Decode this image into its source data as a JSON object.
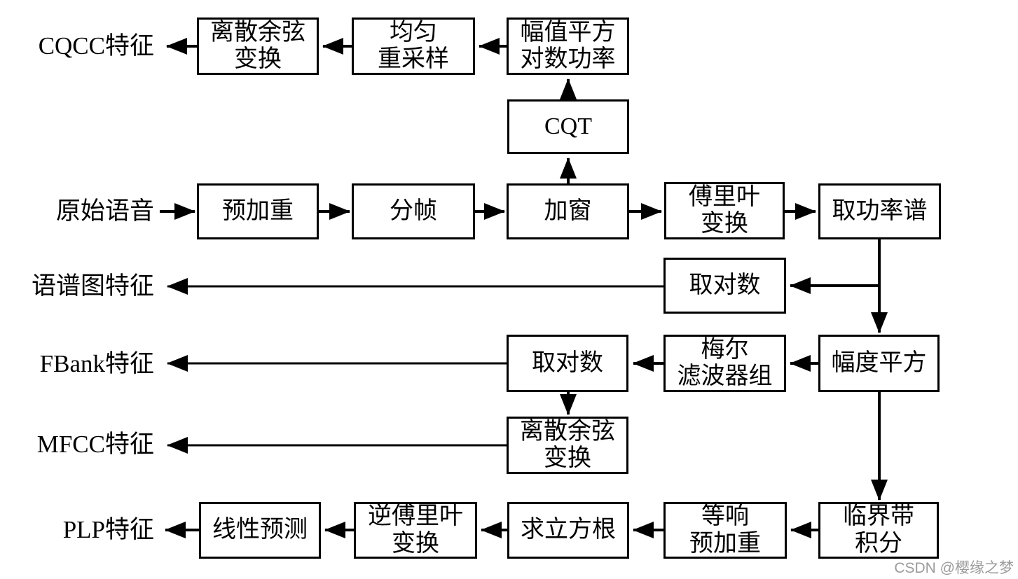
{
  "diagram_type": "flowchart",
  "watermark": "CSDN @樱缘之梦",
  "labels": {
    "cqcc": "CQCC特征",
    "raw": "原始语音",
    "spectrogram": "语谱图特征",
    "fbank": "FBank特征",
    "mfcc": "MFCC特征",
    "plp": "PLP特征"
  },
  "nodes": {
    "dct_cqcc": "离散余弦\n变换",
    "resample": "均匀\n重采样",
    "logpow": "幅值平方\n对数功率",
    "cqt": "CQT",
    "preemph": "预加重",
    "framing": "分帧",
    "window": "加窗",
    "fft": "傅里叶\n变换",
    "powspec": "取功率谱",
    "log_spec": "取对数",
    "mel": "梅尔\n滤波器组",
    "magsq": "幅度平方",
    "log_fbank": "取对数",
    "dct_mfcc": "离散余弦\n变换",
    "lpc": "线性预测",
    "ifft": "逆傅里叶\n变换",
    "cbrt": "求立方根",
    "equal_loud": "等响\n预加重",
    "critband": "临界带\n积分"
  },
  "edges": [
    {
      "from": "label_raw",
      "to": "preemph"
    },
    {
      "from": "preemph",
      "to": "framing"
    },
    {
      "from": "framing",
      "to": "window"
    },
    {
      "from": "window",
      "to": "fft"
    },
    {
      "from": "fft",
      "to": "powspec"
    },
    {
      "from": "window",
      "to": "cqt"
    },
    {
      "from": "cqt",
      "to": "logpow"
    },
    {
      "from": "logpow",
      "to": "resample"
    },
    {
      "from": "resample",
      "to": "dct_cqcc"
    },
    {
      "from": "dct_cqcc",
      "to": "label_cqcc"
    },
    {
      "from": "powspec",
      "to": "log_spec"
    },
    {
      "from": "log_spec",
      "to": "label_spectrogram"
    },
    {
      "from": "powspec",
      "to": "magsq"
    },
    {
      "from": "magsq",
      "to": "mel"
    },
    {
      "from": "mel",
      "to": "log_fbank"
    },
    {
      "from": "log_fbank",
      "to": "label_fbank"
    },
    {
      "from": "log_fbank",
      "to": "dct_mfcc"
    },
    {
      "from": "dct_mfcc",
      "to": "label_mfcc"
    },
    {
      "from": "magsq",
      "to": "critband"
    },
    {
      "from": "critband",
      "to": "equal_loud"
    },
    {
      "from": "equal_loud",
      "to": "cbrt"
    },
    {
      "from": "cbrt",
      "to": "ifft"
    },
    {
      "from": "ifft",
      "to": "lpc"
    },
    {
      "from": "lpc",
      "to": "label_plp"
    }
  ]
}
